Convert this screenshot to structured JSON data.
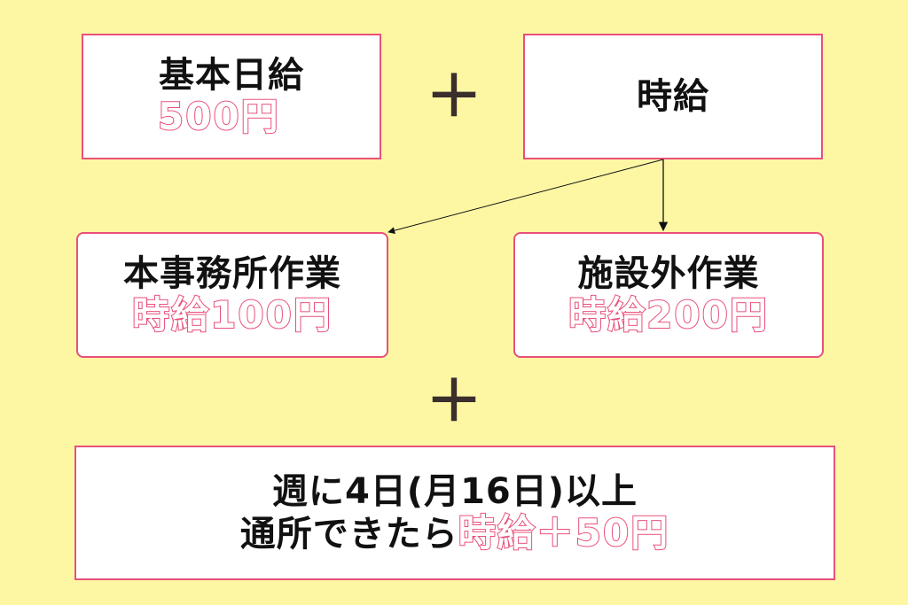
{
  "boxes": {
    "base": {
      "title": "基本日給",
      "value": "500円"
    },
    "hourly": {
      "title": "時給"
    },
    "office": {
      "title": "本事務所作業",
      "value": "時給100円"
    },
    "outside": {
      "title": "施設外作業",
      "value": "時給200円"
    },
    "bonus": {
      "line1": "週に4日(月16日)以上",
      "line2_text": "通所できたら",
      "line2_value": "時給＋50円"
    }
  },
  "operators": {
    "plus_top": "＋",
    "plus_middle": "＋"
  },
  "colors": {
    "background": "#fdf7a4",
    "accent": "#e8507a",
    "text": "#111111"
  }
}
